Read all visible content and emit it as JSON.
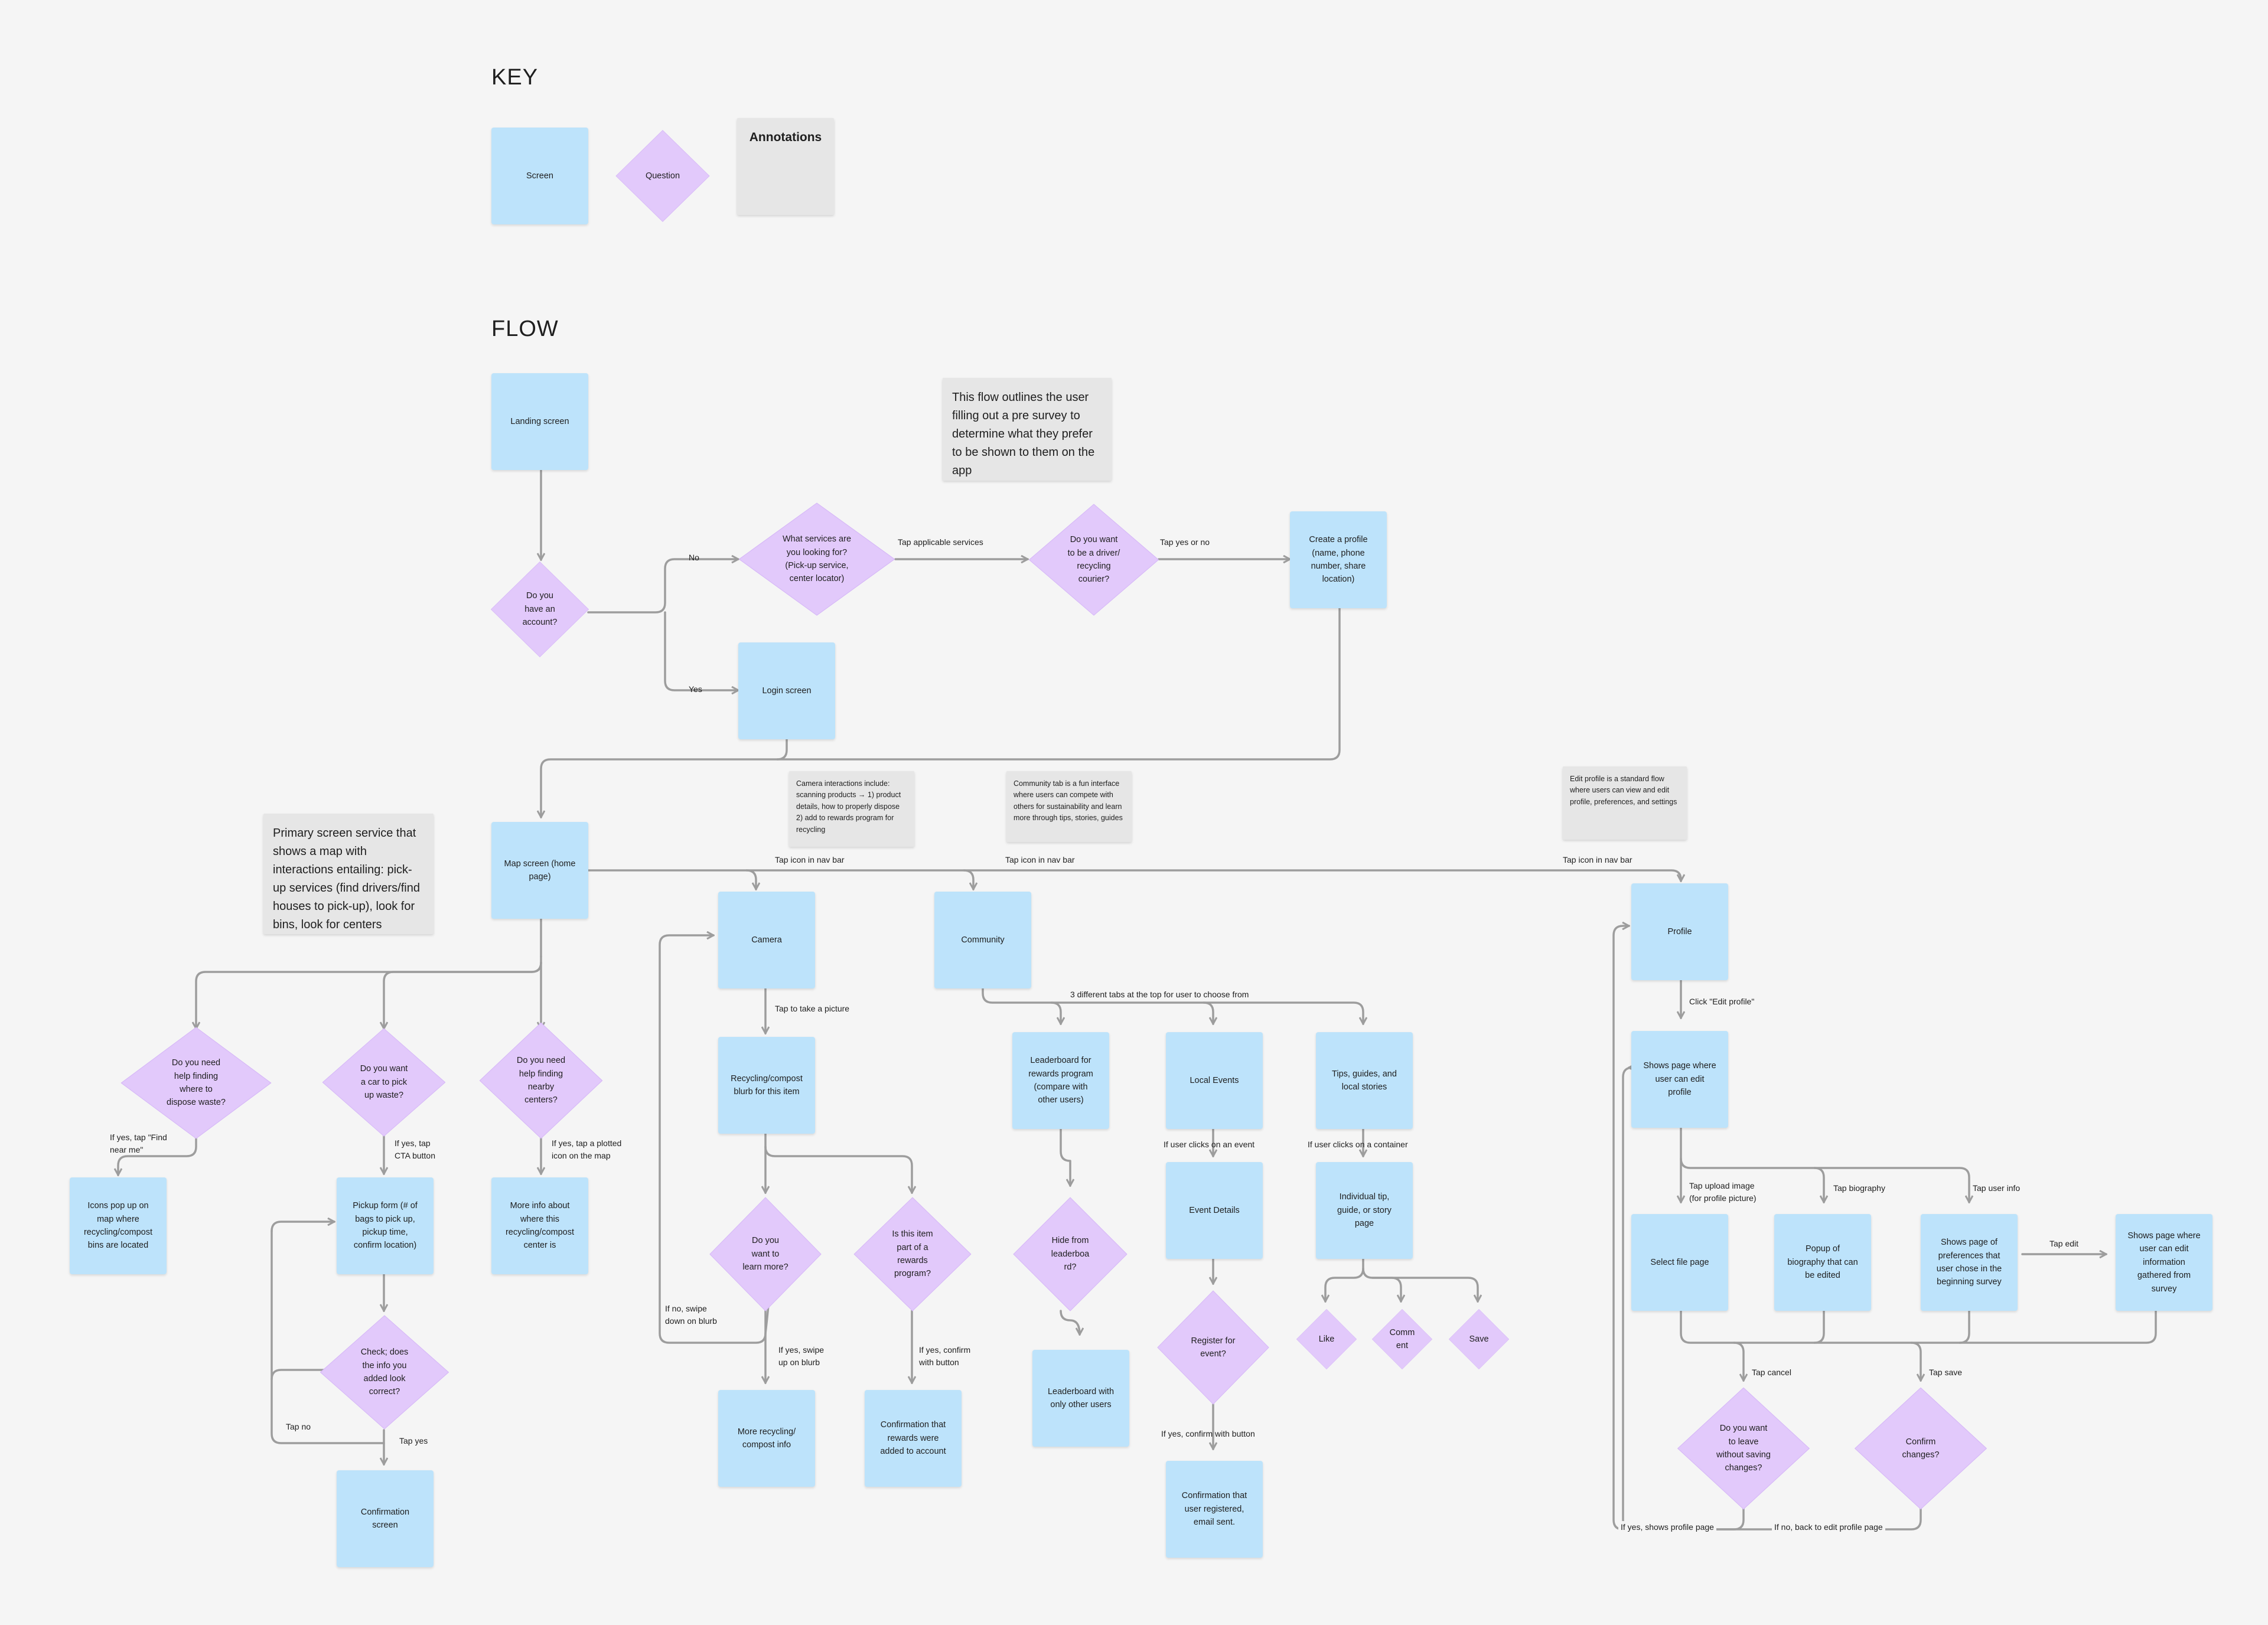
{
  "sections": {
    "key": "KEY",
    "flow": "FLOW"
  },
  "key": {
    "screen": "Screen",
    "question": "Question",
    "annotations": "Annotations"
  },
  "colors": {
    "screen": "#bde3fb",
    "question": "#e2c9fb",
    "annotation": "#e6e6e6",
    "connector": "#9d9d9d",
    "background": "#f5f5f5"
  },
  "nodes": {
    "landing": "Landing screen",
    "have_account": "Do you\nhave an\naccount?",
    "services": "What services are\nyou looking for?\n(Pick-up service,\ncenter locator)",
    "driver": "Do you want\nto be a driver/\nrecycling\ncourier?",
    "create_profile": "Create a profile\n(name, phone\nnumber, share\nlocation)",
    "login": "Login screen",
    "map": "Map screen (home\npage)",
    "camera": "Camera",
    "community": "Community",
    "profile": "Profile",
    "q_dispose": "Do you need\nhelp finding\nwhere to\ndispose waste?",
    "q_car": "Do you want\na car to pick\nup waste?",
    "q_centers": "Do you need\nhelp finding\nnearby\ncenters?",
    "icons_popup": "Icons pop up on\nmap where\nrecycling/compost\nbins are located",
    "pickup_form": "Pickup form (# of\nbags to pick up,\npickup time,\nconfirm location)",
    "center_info": "More info about\nwhere this\nrecycling/compost\ncenter is",
    "q_check": "Check; does\nthe info you\nadded look\ncorrect?",
    "confirmation_screen": "Confirmation\nscreen",
    "blurb": "Recycling/compost\nblurb for this item",
    "q_learn": "Do you\nwant to\nlearn more?",
    "q_rewards": "Is this item\npart of a\nrewards\nprogram?",
    "more_info": "More recycling/\ncompost info",
    "rewards_confirm": "Confirmation that\nrewards were\nadded to account",
    "leaderboard": "Leaderboard for\nrewards program\n(compare with\nother users)",
    "local_events": "Local Events",
    "tips": "Tips, guides, and\nlocal stories",
    "q_hide": "Hide from\nleaderboa\nrd?",
    "leaderboard_only": "Leaderboard with\nonly other users",
    "event_details": "Event Details",
    "q_register": "Register for\nevent?",
    "event_confirm": "Confirmation that\nuser registered,\nemail sent.",
    "individual": "Individual tip,\nguide, or story\npage",
    "like": "Like",
    "comment": "Comm\nent",
    "save": "Save",
    "edit_profile": "Shows page where\nuser can edit\nprofile",
    "select_file": "Select file page",
    "bio_popup": "Popup of\nbiography that can\nbe edited",
    "prefs": "Shows page of\npreferences that\nuser chose in the\nbeginning survey",
    "edit_info": "Shows page where\nuser can edit\ninformation\ngathered from\nsurvey",
    "q_leave": "Do you want\nto leave\nwithout saving\nchanges?",
    "q_confirm_changes": "Confirm\nchanges?"
  },
  "notes": {
    "presurvey": "This flow outlines the user filling out a pre survey to determine what they prefer to be shown to them on the app",
    "primary": "Primary screen service that shows a map with interactions entailing: pick-up services (find drivers/find houses to pick-up), look for bins, look for centers",
    "camera": "Camera interactions include: scanning products → 1) product details, how to properly dispose 2) add to rewards program for recycling",
    "community": "Community tab is a fun interface where users can compete with others for sustainability and learn more through tips, stories, guides",
    "edit_profile": "Edit profile is a standard flow where users can view and edit profile, preferences, and settings"
  },
  "edge_labels": {
    "no": "No",
    "yes": "Yes",
    "tap_services": "Tap applicable services",
    "tap_yes_no": "Tap yes or no",
    "tap_nav_camera": "Tap icon in nav bar",
    "tap_nav_community": "Tap icon in nav bar",
    "tap_nav_profile": "Tap icon in nav bar",
    "find_near_me": "If yes, tap \"Find\nnear me\"",
    "cta": "If yes, tap\nCTA button",
    "plotted": "If yes, tap a plotted\nicon on the map",
    "tap_no": "Tap no",
    "tap_yes": "Tap yes",
    "take_picture": "Tap to take a picture",
    "swipe_down": "If no, swipe\ndown on blurb",
    "swipe_up": "If yes, swipe\nup on blurb",
    "confirm_button": "If yes, confirm\nwith button",
    "three_tabs": "3 different tabs at the top for user to choose from",
    "clicks_event": "If user clicks on an event",
    "clicks_container": "If user clicks on a container",
    "confirm_with_button": "If yes, confirm with button",
    "click_edit": "Click \"Edit profile\"",
    "upload_image": "Tap upload image\n(for profile picture)",
    "tap_bio": "Tap biography",
    "tap_user_info": "Tap user info",
    "tap_edit": "Tap edit",
    "tap_cancel": "Tap cancel",
    "tap_save": "Tap save",
    "shows_profile": "If yes, shows profile page",
    "back_edit": "If no, back to edit profile page"
  }
}
